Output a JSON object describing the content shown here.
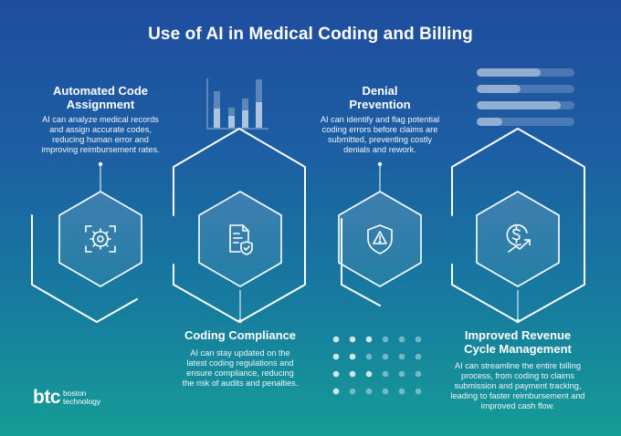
{
  "title": "Use of AI in Medical Coding and Billing",
  "steps": [
    {
      "heading_line1": "Automated Code",
      "heading_line2": "Assignment",
      "desc_lines": [
        "AI can analyze medical records",
        "and assign accurate codes,",
        "reducing human error and",
        "improving reimbursement rates."
      ],
      "icon": "gear-target-icon"
    },
    {
      "heading_line1": "Coding Compliance",
      "heading_line2": "",
      "desc_lines": [
        "AI can stay updated on the",
        "latest coding regulations and",
        "ensure compliance, reducing",
        "the risk of audits and penalties."
      ],
      "icon": "document-shield-icon"
    },
    {
      "heading_line1": "Denial",
      "heading_line2": "Prevention",
      "desc_lines": [
        "AI can identify and flag potential",
        "coding errors before claims are",
        "submitted, preventing costly",
        "denials and rework."
      ],
      "icon": "warning-shield-icon"
    },
    {
      "heading_line1": "Improved Revenue",
      "heading_line2": "Cycle Management",
      "desc_lines": [
        "AI can streamline the entire billing",
        "process, from coding to claims",
        "submission and payment tracking,",
        "leading to faster reimbursement and",
        "improved cash flow."
      ],
      "icon": "dollar-growth-icon"
    }
  ],
  "logo": {
    "mark": "btc",
    "line1": "boston",
    "line2": "technology"
  },
  "colors": {
    "bg_top": "#1f4c9e",
    "bg_bottom": "#159c96",
    "text": "#ffffff"
  }
}
